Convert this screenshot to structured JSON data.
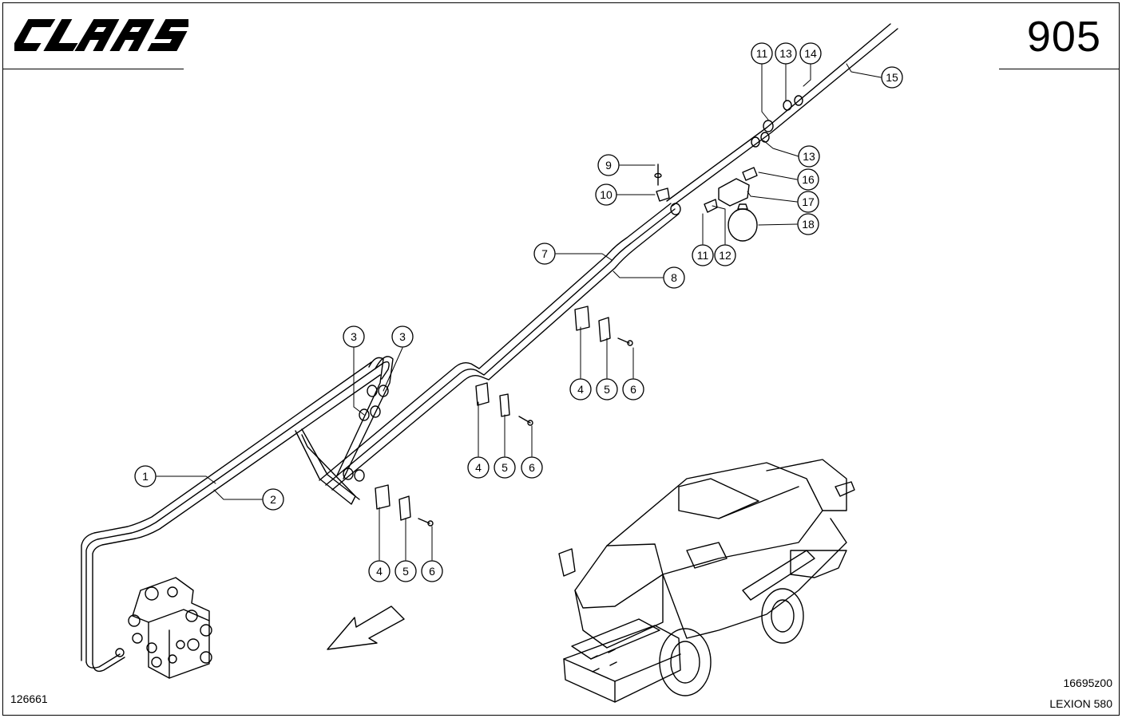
{
  "header": {
    "brand": "CLAAS",
    "page_number": "905"
  },
  "footer": {
    "doc_id": "126661",
    "drawing_id": "16695z00",
    "model": "LEXION 580"
  },
  "callouts": [
    {
      "label": "1"
    },
    {
      "label": "2"
    },
    {
      "label": "3"
    },
    {
      "label": "3"
    },
    {
      "label": "4"
    },
    {
      "label": "5"
    },
    {
      "label": "6"
    },
    {
      "label": "4"
    },
    {
      "label": "5"
    },
    {
      "label": "6"
    },
    {
      "label": "4"
    },
    {
      "label": "5"
    },
    {
      "label": "6"
    },
    {
      "label": "7"
    },
    {
      "label": "8"
    },
    {
      "label": "9"
    },
    {
      "label": "10"
    },
    {
      "label": "11"
    },
    {
      "label": "12"
    },
    {
      "label": "11"
    },
    {
      "label": "13"
    },
    {
      "label": "14"
    },
    {
      "label": "15"
    },
    {
      "label": "13"
    },
    {
      "label": "16"
    },
    {
      "label": "17"
    },
    {
      "label": "18"
    }
  ]
}
